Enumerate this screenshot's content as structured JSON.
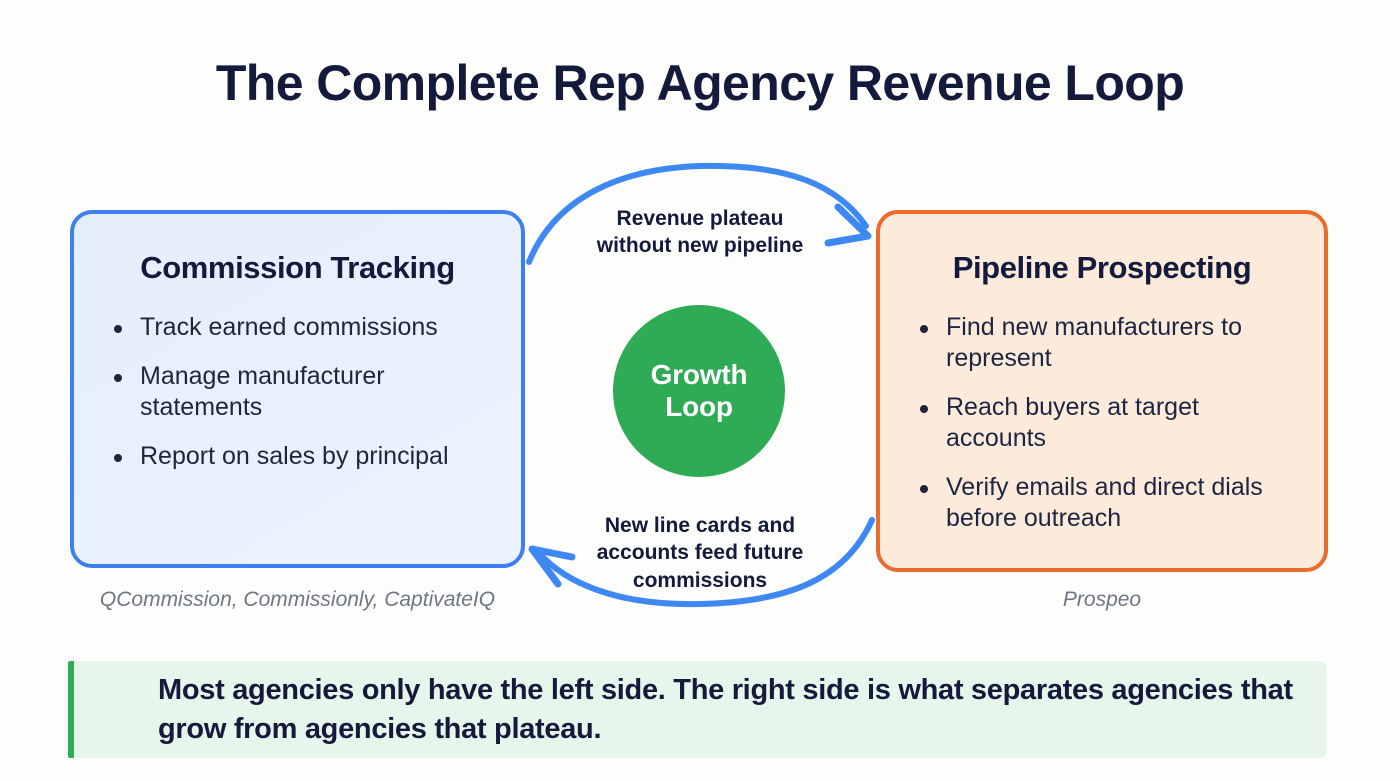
{
  "page": {
    "title": "The Complete Rep Agency Revenue Loop",
    "background_color": "#fdfdfc",
    "heading_color": "#141a3c"
  },
  "left_card": {
    "title": "Commission Tracking",
    "accent_color": "#3d7ff0",
    "fill_color": "#e8f1fd",
    "items": [
      "Track earned commissions",
      "Manage manufacturer statements",
      "Report on sales by principal"
    ],
    "vendors": "QCommission, Commissionly, CaptivateIQ"
  },
  "right_card": {
    "title": "Pipeline Prospecting",
    "accent_color": "#e96b2d",
    "fill_color": "#fceadb",
    "items": [
      "Find new manufacturers to represent",
      "Reach buyers at target accounts",
      "Verify emails and direct dials before outreach"
    ],
    "vendors": "Prospeo"
  },
  "loop": {
    "center_label_line1": "Growth",
    "center_label_line2": "Loop",
    "center_color": "#2faa55",
    "arrow_color": "#3d88f2",
    "top_label": "Revenue plateau\nwithout new pipeline",
    "top_label_line1": "Revenue plateau",
    "top_label_line2": "without new pipeline",
    "bottom_label_line1": "New line cards and",
    "bottom_label_line2": "accounts feed future",
    "bottom_label_line3": "commissions"
  },
  "callout": {
    "text": "Most agencies only have the left side. The right side is what separates agencies that grow from agencies that plateau.",
    "accent_color": "#2fae55",
    "fill_color": "#e7f6ec"
  }
}
